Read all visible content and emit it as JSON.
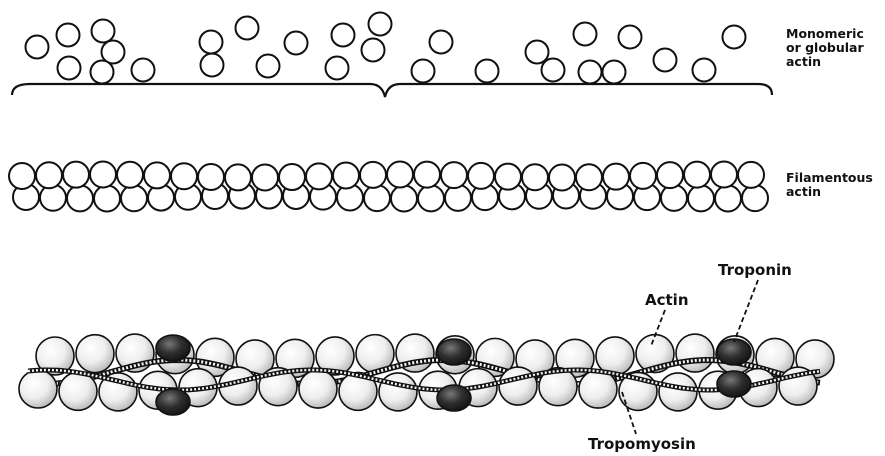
{
  "labels": {
    "monomeric": [
      "Monomeric",
      "or globular",
      "actin"
    ],
    "filamentous": [
      "Filamentous",
      "actin"
    ],
    "troponin": "Troponin",
    "actin": "Actin",
    "tropomyosin": "Tropomyosin"
  },
  "colors": {
    "ink": "#111111",
    "globule_fill": "#ffffff",
    "shaded_globule": "#ebebeb",
    "troponin": "#2a2a2a"
  }
}
